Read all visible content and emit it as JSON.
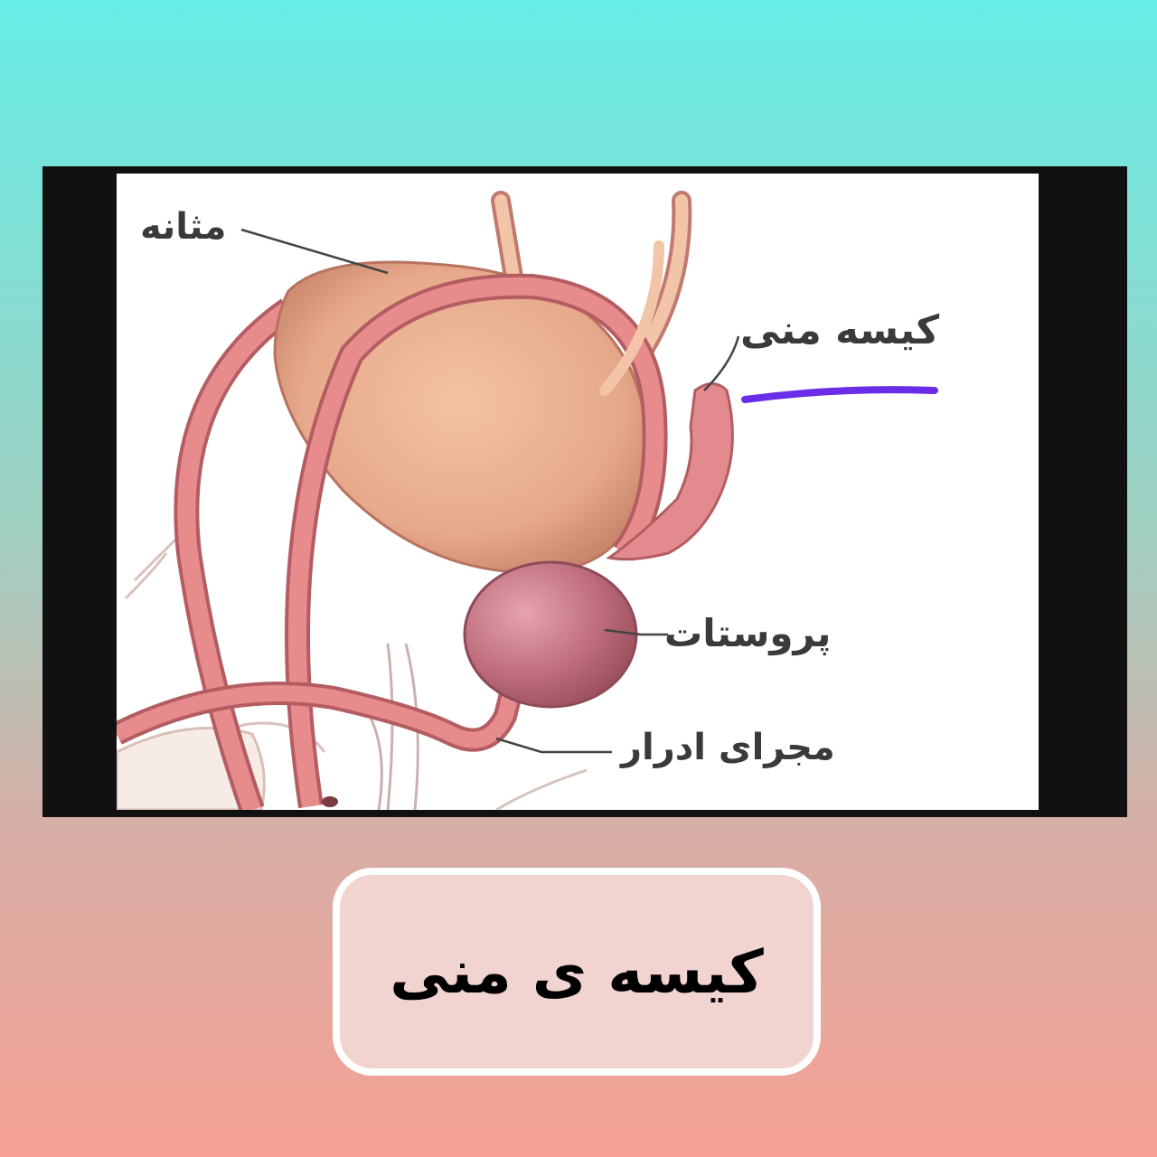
{
  "diagram": {
    "labels": {
      "bladder": "مثانه",
      "seminal_vesicle": "کیسه منی",
      "prostate": "پروستات",
      "urethra": "مجرای ادرار"
    },
    "highlight_color": "#6a2de8"
  },
  "caption": {
    "text": "کیسه ی منی"
  }
}
